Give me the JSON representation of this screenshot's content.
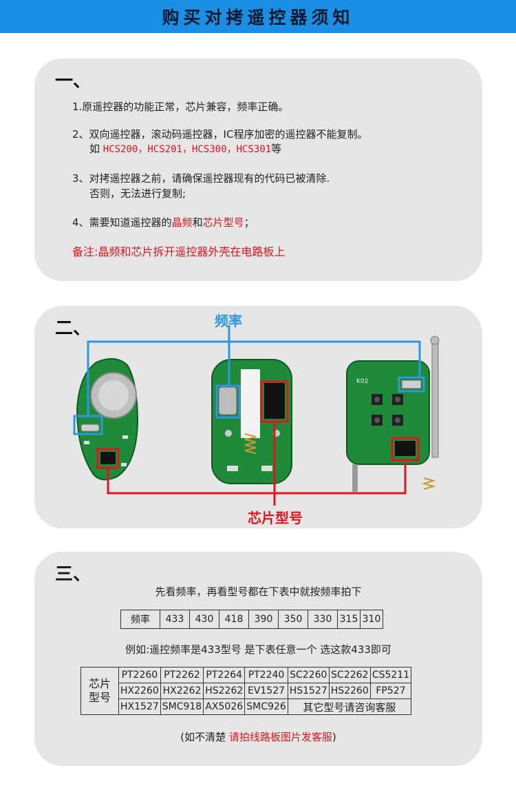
{
  "header": {
    "title": "购买对拷遥控器须知"
  },
  "section1": {
    "heading": "一、",
    "item1": "1.原遥控器的功能正常，芯片兼容，频率正确。",
    "item2_line1": "2、双向遥控器，滚动码遥控器，IC程序加密的遥控器不能复制。",
    "item2_prefix": "如 ",
    "item2_models": "HCS200，HCS201，HCS300，HCS301",
    "item2_suffix": "等",
    "item3_line1": "3、对拷遥控器之前，请确保遥控器现有的代码已被清除.",
    "item3_line2": "否则，无法进行复制;",
    "item4_prefix": "4、需要知道遥控器的",
    "item4_red1": "晶频",
    "item4_mid": "和",
    "item4_red2": "芯片型号",
    "item4_suffix": "；",
    "note": "备注:晶频和芯片拆开遥控器外壳在电路板上"
  },
  "section2": {
    "heading": "二、",
    "label_frequency": "频率",
    "label_chip_model": "芯片型号",
    "board3_text": "K02"
  },
  "section3": {
    "heading": "三、",
    "intro": "先看频率，再看型号都在下表中就按频率拍下",
    "freq_header": "频率",
    "frequencies": [
      "433",
      "430",
      "418",
      "390",
      "350",
      "330",
      "315",
      "310"
    ],
    "example": "例如:遥控频率是433型号  是下表任意一个  选这款433即可",
    "chip_header_line1": "芯片",
    "chip_header_line2": "型号",
    "chip_rows": [
      [
        "PT2260",
        "PT2262",
        "PT2264",
        "PT2240",
        "SC2260",
        "SC2262",
        "CS5211"
      ],
      [
        "HX2260",
        "HX2262",
        "HS2262",
        "EV1527",
        "HS1527",
        "HS2260",
        "FP527"
      ],
      [
        "HX1527",
        "SMC918",
        "AX5026",
        "SMC926"
      ]
    ],
    "chip_other": "其它型号请咨询客服",
    "footer_prefix": "(如不清楚  ",
    "footer_red": "请拍线路板图片发客服",
    "footer_suffix": ")"
  },
  "colors": {
    "header_bg": "#1a8fe3",
    "panel_bg": "#e6e6e6",
    "accent_red": "#e0141e",
    "accent_blue": "#2f96e0",
    "pcb_green": "#1f8a3a"
  }
}
